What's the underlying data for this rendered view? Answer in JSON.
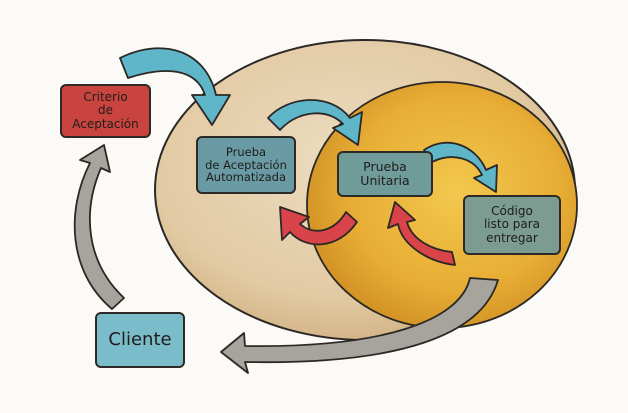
{
  "nodes": {
    "acceptance_criteria": "Criterio\nde\nAceptación",
    "automated_acceptance_test": "Prueba\nde Aceptación\nAutomatizada",
    "unit_test": "Prueba\nUnitaria",
    "shippable_code": "Código\nlisto para\nentregar",
    "client": "Cliente"
  },
  "colors": {
    "outer_wash": "#e3cdaa",
    "inner_wash": "#e9b43c",
    "teal_arrow": "#5fb6c9",
    "red_arrow": "#d9434a",
    "gray_arrow": "#a7a49d",
    "criteria_box": "#c9443f",
    "client_box": "#7bbccb"
  }
}
